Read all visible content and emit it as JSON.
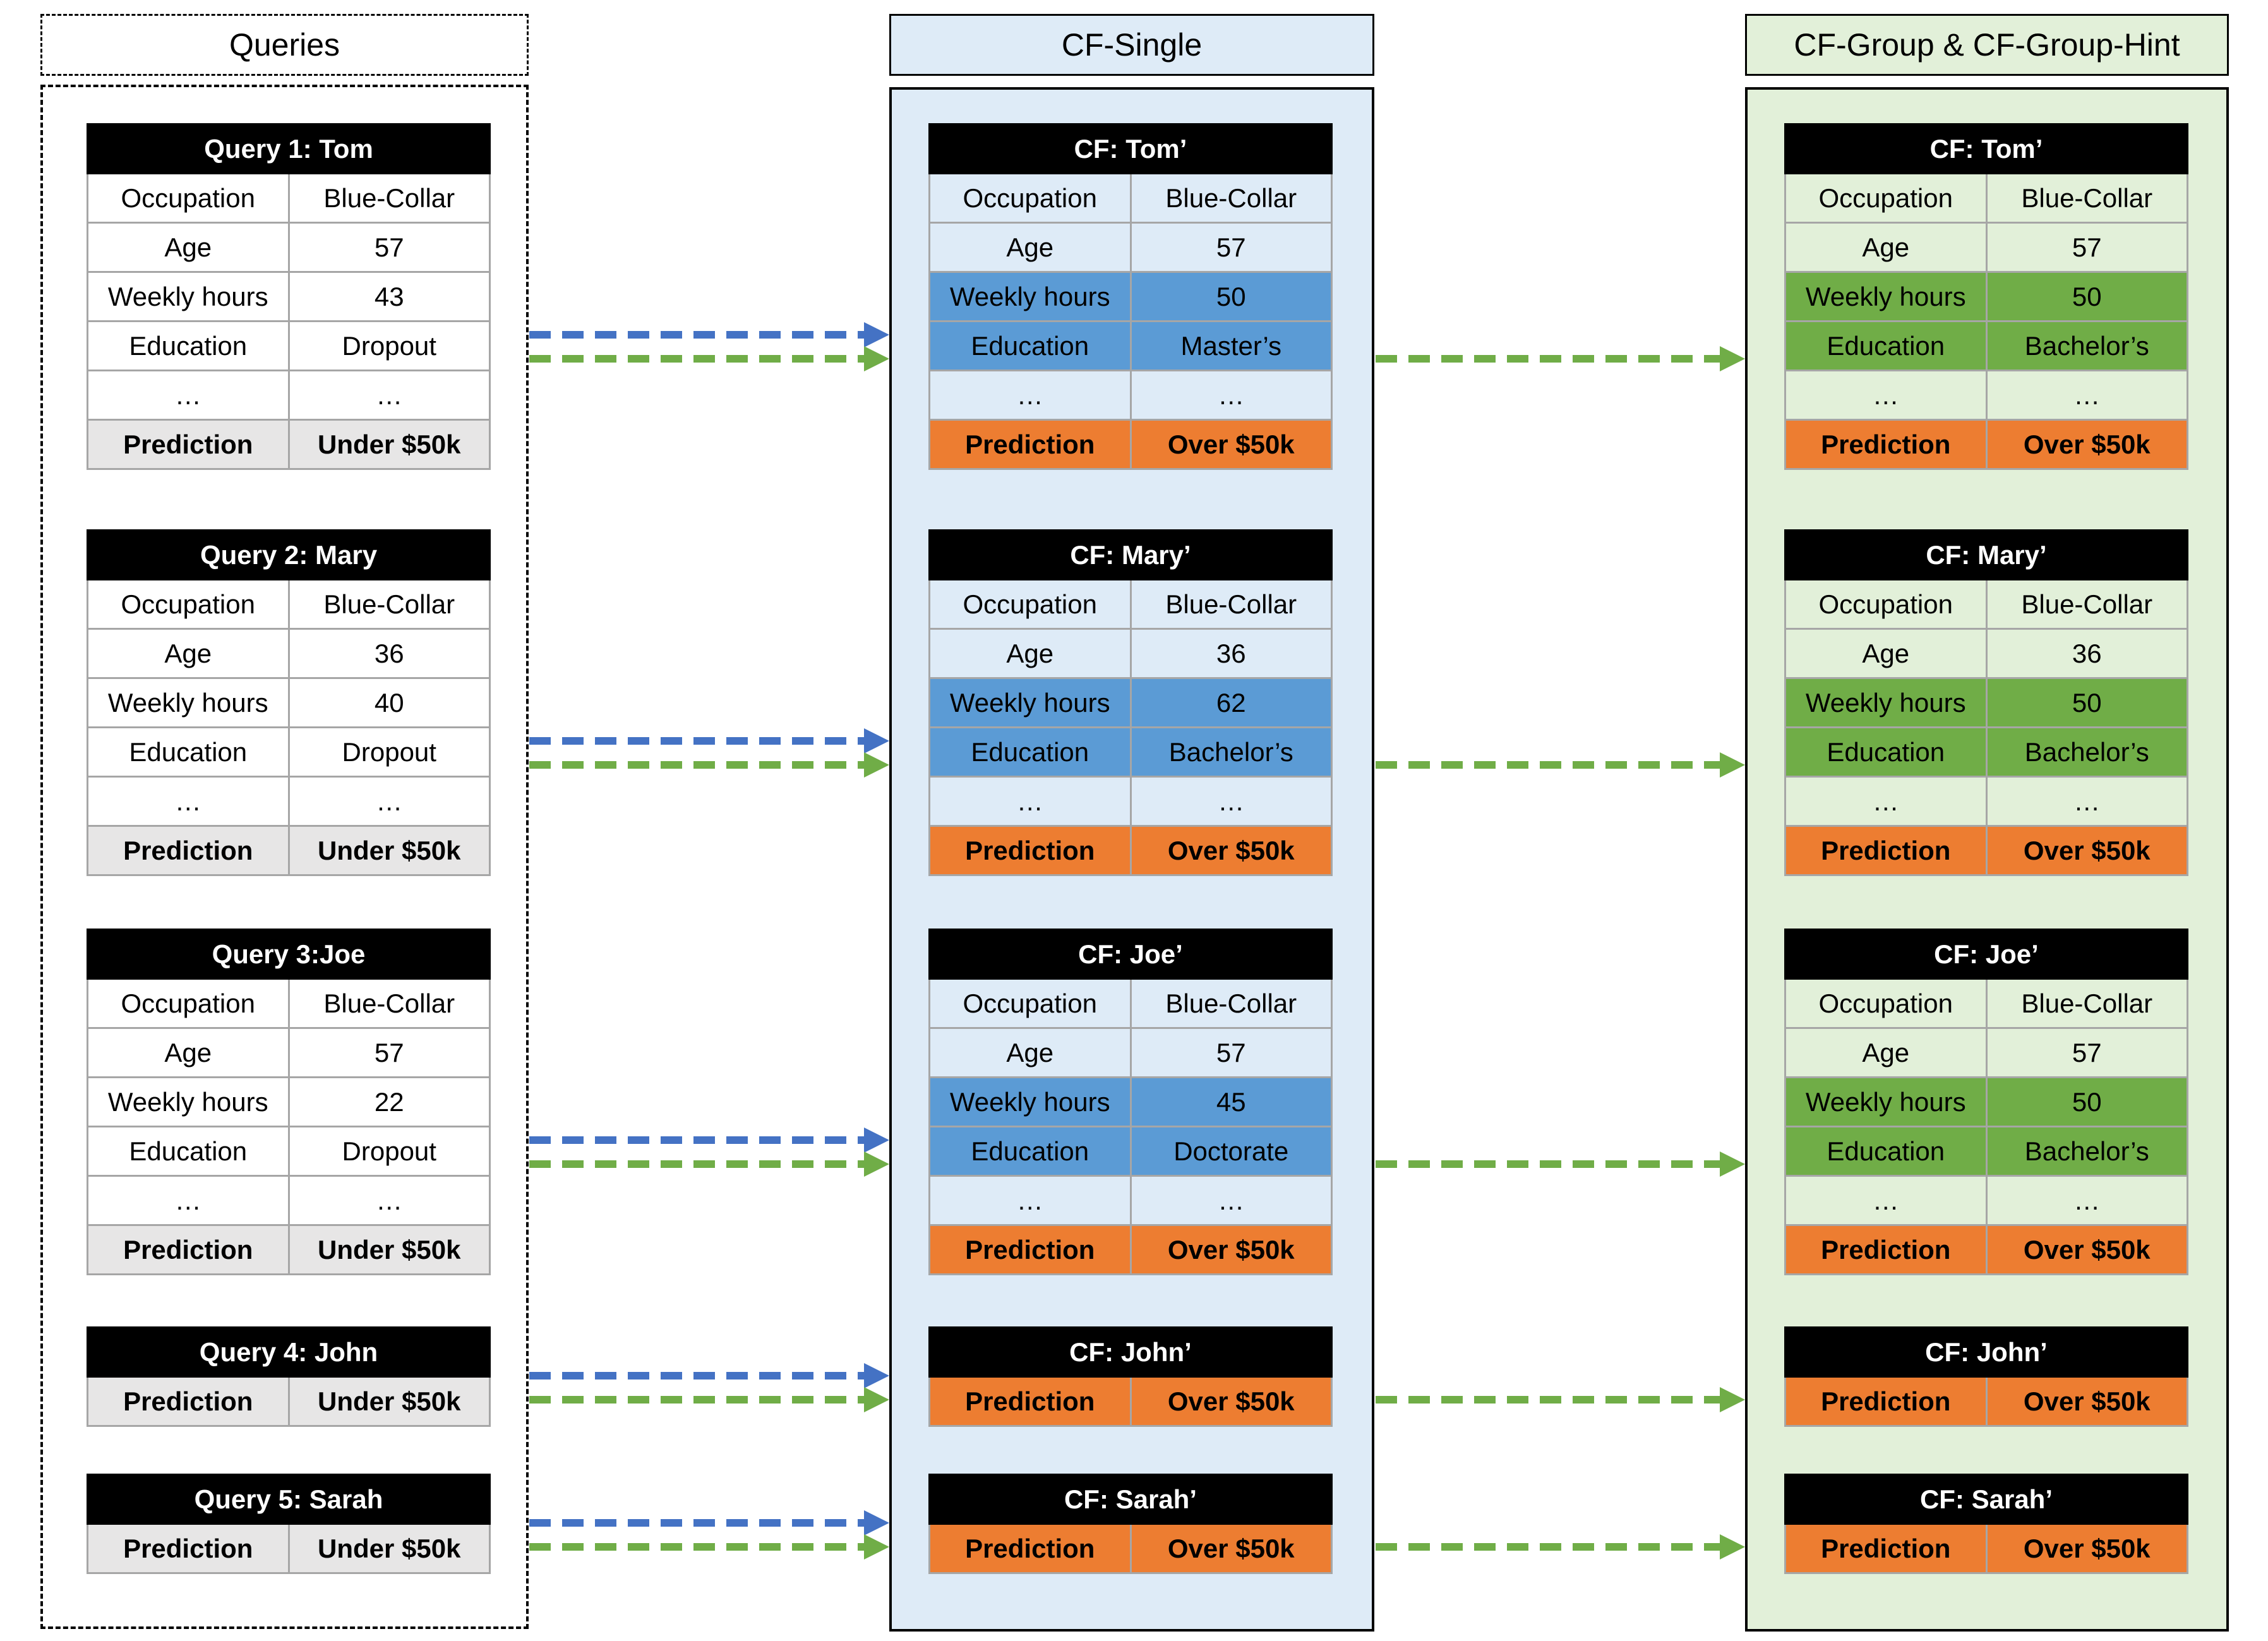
{
  "headers": {
    "queries": "Queries",
    "cf_single": "CF-Single",
    "cf_group": "CF-Group & CF-Group-Hint"
  },
  "colors": {
    "blue_arrow": "#4472c4",
    "green_arrow": "#70ad47",
    "blue_change": "#5b9bd5",
    "green_change": "#70ad47",
    "prediction_cf": "#ed7d31",
    "prediction_query": "#e7e6e6",
    "cf_single_bg": "#deebf7",
    "cf_group_bg": "#e2f0d9"
  },
  "queries": [
    {
      "title": "Query 1: Tom",
      "rows": [
        [
          "Occupation",
          "Blue-Collar"
        ],
        [
          "Age",
          "57"
        ],
        [
          "Weekly hours",
          "43"
        ],
        [
          "Education",
          "Dropout"
        ],
        [
          "…",
          "…"
        ]
      ],
      "prediction": [
        "Prediction",
        "Under $50k"
      ]
    },
    {
      "title": "Query 2: Mary",
      "rows": [
        [
          "Occupation",
          "Blue-Collar"
        ],
        [
          "Age",
          "36"
        ],
        [
          "Weekly hours",
          "40"
        ],
        [
          "Education",
          "Dropout"
        ],
        [
          "…",
          "…"
        ]
      ],
      "prediction": [
        "Prediction",
        "Under $50k"
      ]
    },
    {
      "title": "Query 3:Joe",
      "rows": [
        [
          "Occupation",
          "Blue-Collar"
        ],
        [
          "Age",
          "57"
        ],
        [
          "Weekly hours",
          "22"
        ],
        [
          "Education",
          "Dropout"
        ],
        [
          "…",
          "…"
        ]
      ],
      "prediction": [
        "Prediction",
        "Under $50k"
      ]
    },
    {
      "title": "Query 4: John",
      "rows": [],
      "prediction": [
        "Prediction",
        "Under $50k"
      ]
    },
    {
      "title": "Query 5: Sarah",
      "rows": [],
      "prediction": [
        "Prediction",
        "Under $50k"
      ]
    }
  ],
  "cf_single": [
    {
      "title": "CF: Tom’",
      "rows": [
        [
          "Occupation",
          "Blue-Collar"
        ],
        [
          "Age",
          "57"
        ],
        [
          "Weekly hours",
          "50"
        ],
        [
          "Education",
          "Master’s"
        ],
        [
          "…",
          "…"
        ]
      ],
      "prediction": [
        "Prediction",
        "Over $50k"
      ]
    },
    {
      "title": "CF: Mary’",
      "rows": [
        [
          "Occupation",
          "Blue-Collar"
        ],
        [
          "Age",
          "36"
        ],
        [
          "Weekly hours",
          "62"
        ],
        [
          "Education",
          "Bachelor’s"
        ],
        [
          "…",
          "…"
        ]
      ],
      "prediction": [
        "Prediction",
        "Over $50k"
      ]
    },
    {
      "title": "CF: Joe’",
      "rows": [
        [
          "Occupation",
          "Blue-Collar"
        ],
        [
          "Age",
          "57"
        ],
        [
          "Weekly hours",
          "45"
        ],
        [
          "Education",
          "Doctorate"
        ],
        [
          "…",
          "…"
        ]
      ],
      "prediction": [
        "Prediction",
        "Over $50k"
      ]
    },
    {
      "title": "CF: John’",
      "rows": [],
      "prediction": [
        "Prediction",
        "Over $50k"
      ]
    },
    {
      "title": "CF: Sarah’",
      "rows": [],
      "prediction": [
        "Prediction",
        "Over $50k"
      ]
    }
  ],
  "cf_group": [
    {
      "title": "CF: Tom’",
      "rows": [
        [
          "Occupation",
          "Blue-Collar"
        ],
        [
          "Age",
          "57"
        ],
        [
          "Weekly hours",
          "50"
        ],
        [
          "Education",
          "Bachelor’s"
        ],
        [
          "…",
          "…"
        ]
      ],
      "prediction": [
        "Prediction",
        "Over $50k"
      ]
    },
    {
      "title": "CF: Mary’",
      "rows": [
        [
          "Occupation",
          "Blue-Collar"
        ],
        [
          "Age",
          "36"
        ],
        [
          "Weekly hours",
          "50"
        ],
        [
          "Education",
          "Bachelor’s"
        ],
        [
          "…",
          "…"
        ]
      ],
      "prediction": [
        "Prediction",
        "Over $50k"
      ]
    },
    {
      "title": "CF: Joe’",
      "rows": [
        [
          "Occupation",
          "Blue-Collar"
        ],
        [
          "Age",
          "57"
        ],
        [
          "Weekly hours",
          "50"
        ],
        [
          "Education",
          "Bachelor’s"
        ],
        [
          "…",
          "…"
        ]
      ],
      "prediction": [
        "Prediction",
        "Over $50k"
      ]
    },
    {
      "title": "CF: John’",
      "rows": [],
      "prediction": [
        "Prediction",
        "Over $50k"
      ]
    },
    {
      "title": "CF: Sarah’",
      "rows": [],
      "prediction": [
        "Prediction",
        "Over $50k"
      ]
    }
  ]
}
